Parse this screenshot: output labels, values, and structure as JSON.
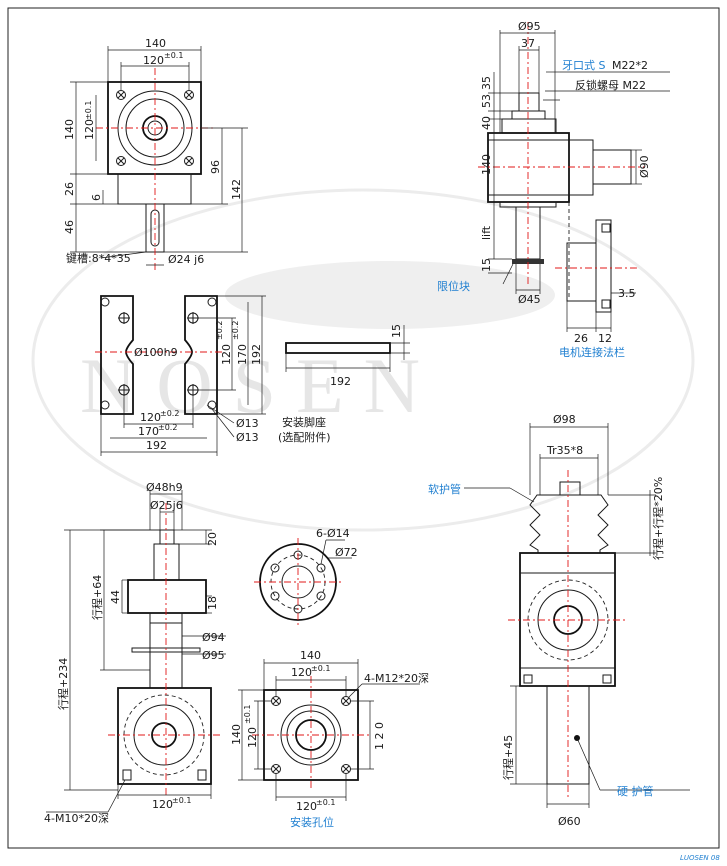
{
  "watermark": "NOSEN",
  "brand": "LUOSEN 08",
  "view_top": {
    "width": "140",
    "bolt_spacing": "120",
    "bolt_tol": "±0.1",
    "height": "140",
    "height_inner": "120",
    "h26": "26",
    "h6": "6",
    "h46": "46",
    "h96": "96",
    "h142": "142",
    "keyway": "键槽:8*4*35",
    "shaft": "Ø24 j6"
  },
  "view_side": {
    "d95": "Ø95",
    "d37": "37",
    "h35": "35",
    "h53": "53",
    "h40": "40",
    "h140": "140",
    "lift": "lift",
    "h15": "15",
    "d45": "Ø45",
    "d90": "Ø90",
    "label_nut": "牙口式 S",
    "nut_spec": "M22*2",
    "label_locknut": "反锁螺母 M22",
    "label_stop": "限位块"
  },
  "flange": {
    "d35": "3.5",
    "d26": "26",
    "d12": "12",
    "label": "电机连接法栏"
  },
  "base": {
    "d100": "Ø100h9",
    "h120": "120",
    "h170": "170",
    "tol": "±0.2",
    "h192": "192",
    "w120": "120",
    "w170": "170",
    "w192": "192",
    "hole1": "Ø13",
    "hole2": "Ø13",
    "thickness": "15",
    "plate_len": "192",
    "label": "安装脚座",
    "label_sub": "(选配附件)"
  },
  "view_bl": {
    "d48": "Ø48h9",
    "d25": "Ø25j6",
    "h20": "20",
    "stroke64": "行程+64",
    "h44": "44",
    "h18": "18",
    "d94": "Ø94",
    "d95": "Ø95",
    "stroke234": "行程+234",
    "bottom_w": "120",
    "tol": "±0.1",
    "thread": "4-M10*20深"
  },
  "flange_round": {
    "holes": "6-Ø14",
    "pcd": "Ø72"
  },
  "mount": {
    "w140": "140",
    "w120": "120",
    "tol": "±0.1",
    "thread": "4-M12*20深",
    "h140": "140",
    "h120": "120",
    "h120r": "1 2 0",
    "bottom_w": "120",
    "label": "安装孔位"
  },
  "view_br": {
    "d98": "Ø98",
    "thread": "Tr35*8",
    "label_bellows": "软护管",
    "stroke20": "行程+行程*20%",
    "stroke45": "行程+45",
    "label_tube": "硬 护管",
    "d60": "Ø60"
  }
}
